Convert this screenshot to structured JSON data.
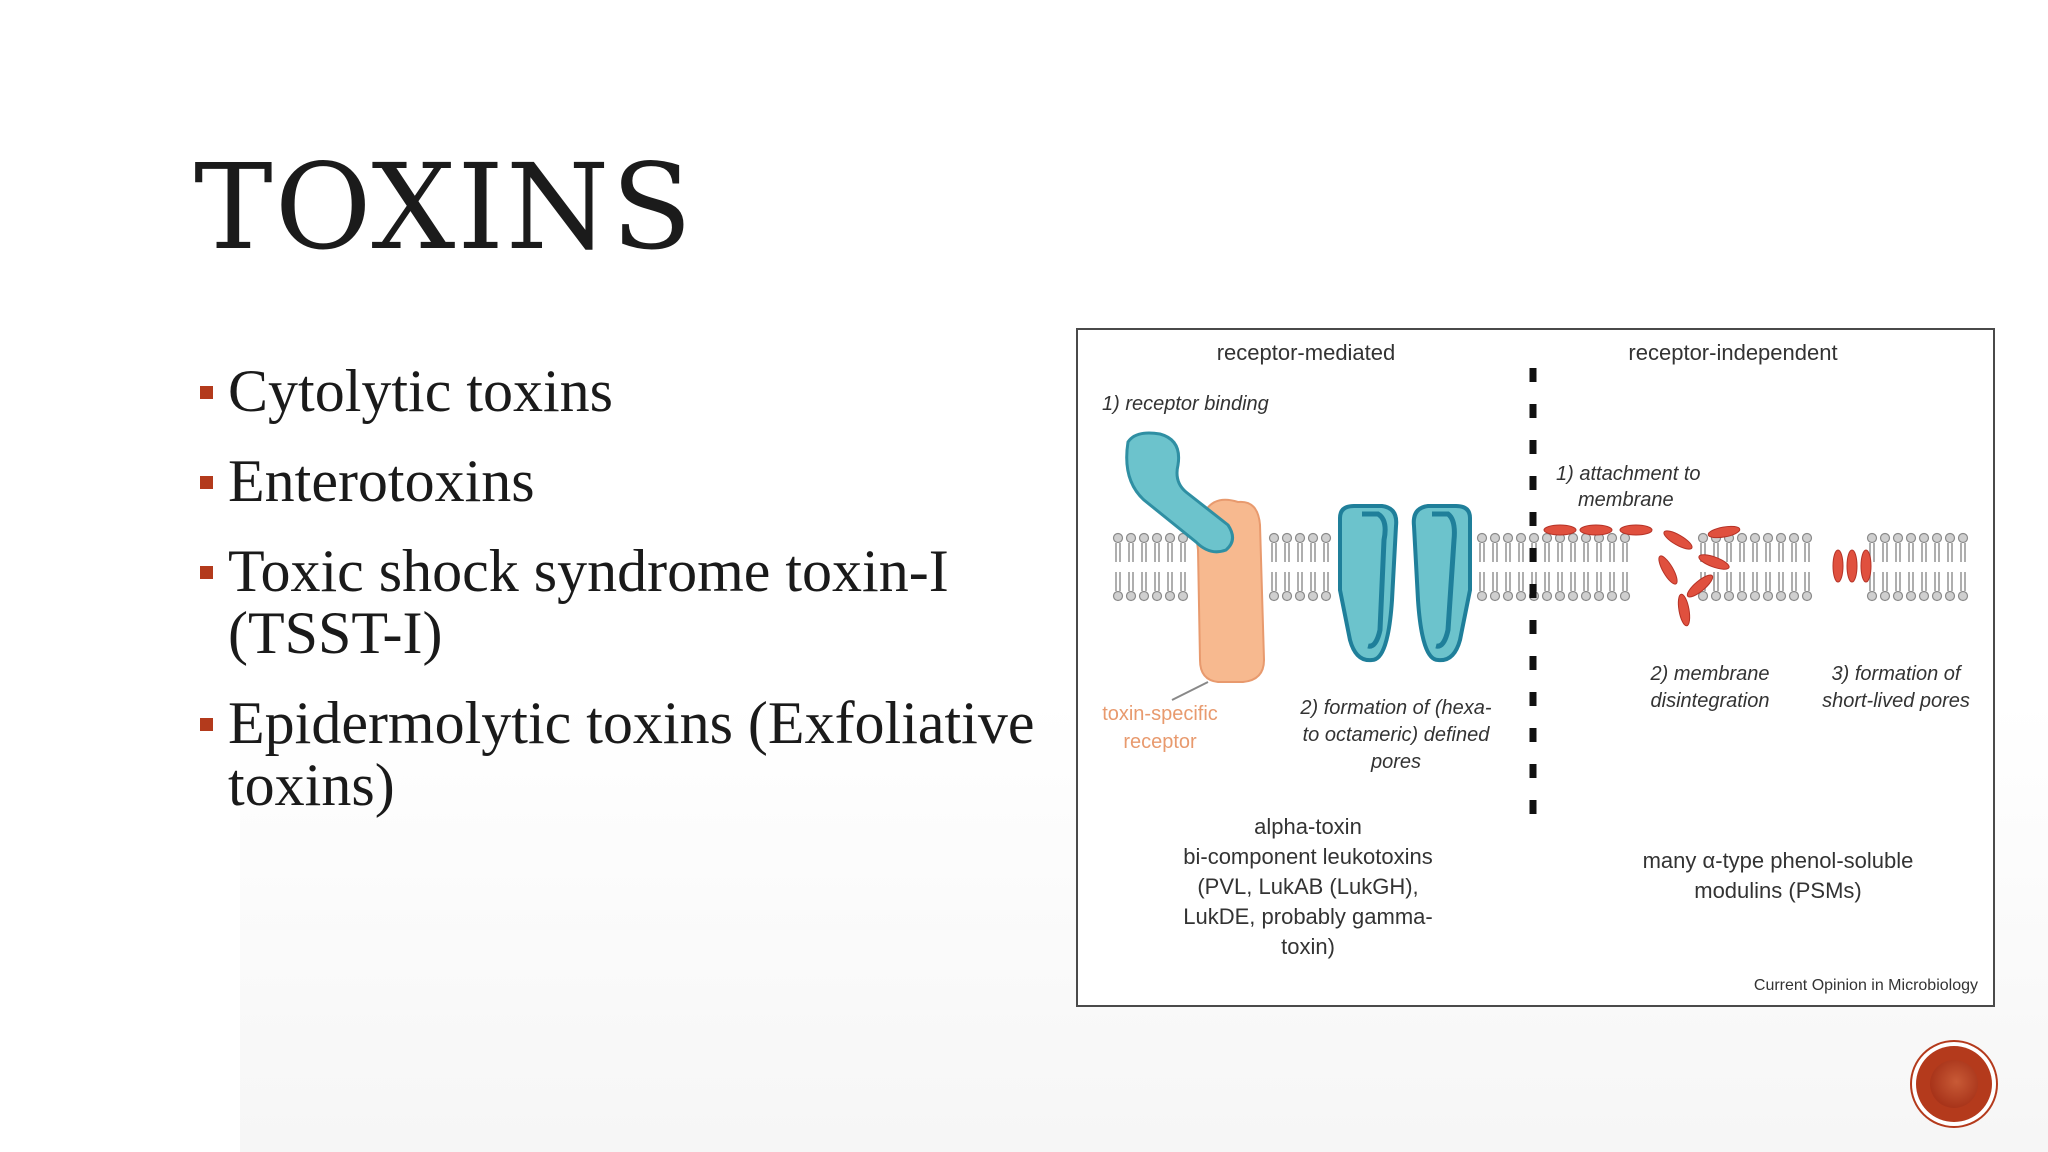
{
  "slide": {
    "title": "TOXINS",
    "bullets": [
      "Cytolytic toxins",
      "Enterotoxins",
      "Toxic shock syndrome toxin-I (TSST-I)",
      "Epidermolytic toxins (Exfoliative toxins)"
    ]
  },
  "figure": {
    "left_heading": "receptor-mediated",
    "right_heading": "receptor-independent",
    "receptor_binding": "1) receptor binding",
    "receptor_label_line1": "toxin-specific",
    "receptor_label_line2": "receptor",
    "pore_formation_line1": "2) formation of (hexa-",
    "pore_formation_line2": "to octameric) defined",
    "pore_formation_line3": "pores",
    "attachment_line1": "1) attachment to",
    "attachment_line2": "membrane",
    "disintegration_line1": "2) membrane",
    "disintegration_line2": "disintegration",
    "short_pores_line1": "3) formation of",
    "short_pores_line2": "short-lived pores",
    "left_toxins": [
      "alpha-toxin",
      "bi-component leukotoxins",
      "(PVL, LukAB (LukGH),",
      "LukDE, probably gamma-",
      "toxin)"
    ],
    "right_toxins_line1": "many α-type phenol-soluble",
    "right_toxins_line2": "modulins (PSMs)",
    "source": "Current Opinion in Microbiology"
  },
  "colors": {
    "accent": "#b33a1c",
    "toxin_teal": "#6cc3cc",
    "toxin_teal_dark": "#1f7f9a",
    "receptor_orange": "#f7b98f",
    "psm_red": "#e0503e"
  },
  "icons": {
    "nav": "circle-nav-icon"
  }
}
